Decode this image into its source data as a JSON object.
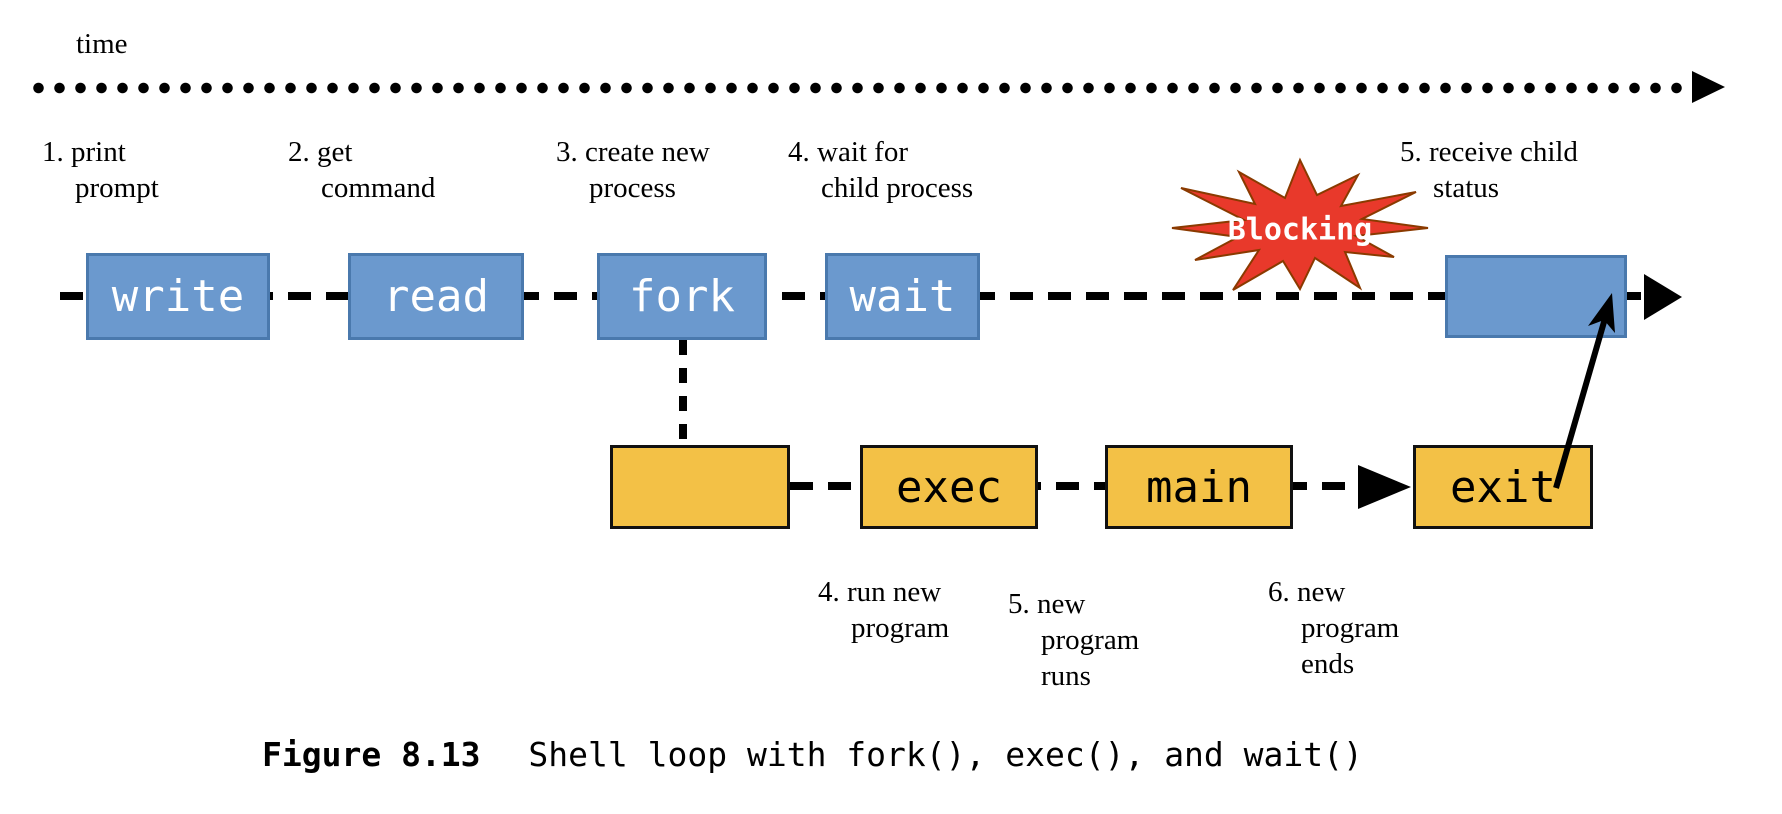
{
  "figure": {
    "timeline_label": "time",
    "caption_label": "Figure 8.13",
    "caption_text": "Shell loop with fork(), exec(), and wait()"
  },
  "colors": {
    "parent_box_fill": "#6B99CE",
    "parent_box_border": "#4A79AD",
    "parent_box_text": "#FFFFFF",
    "child_box_fill": "#F3C146",
    "child_box_border": "#111111",
    "child_box_text": "#000000",
    "blocking_fill": "#E8392B",
    "blocking_border": "#8A3A00",
    "line_color": "#000000"
  },
  "blocking": {
    "label": "Blocking"
  },
  "parent_process": {
    "steps": [
      {
        "box_label": "write",
        "annotation_lines": [
          "1. print",
          "prompt"
        ]
      },
      {
        "box_label": "read",
        "annotation_lines": [
          "2. get",
          "command"
        ]
      },
      {
        "box_label": "fork",
        "annotation_lines": [
          "3. create new",
          "process"
        ]
      },
      {
        "box_label": "wait",
        "annotation_lines": [
          "4. wait for",
          "child process"
        ]
      },
      {
        "box_label": "",
        "annotation_lines": [
          "5. receive child",
          "status"
        ]
      }
    ]
  },
  "child_process": {
    "steps": [
      {
        "box_label": ""
      },
      {
        "box_label": "exec",
        "annotation_lines": [
          "4. run new",
          "program"
        ]
      },
      {
        "box_label": "main",
        "annotation_lines": [
          "5. new",
          "program",
          "runs"
        ]
      },
      {
        "box_label": "exit",
        "annotation_lines": [
          "6. new",
          "program",
          "ends"
        ]
      }
    ]
  }
}
